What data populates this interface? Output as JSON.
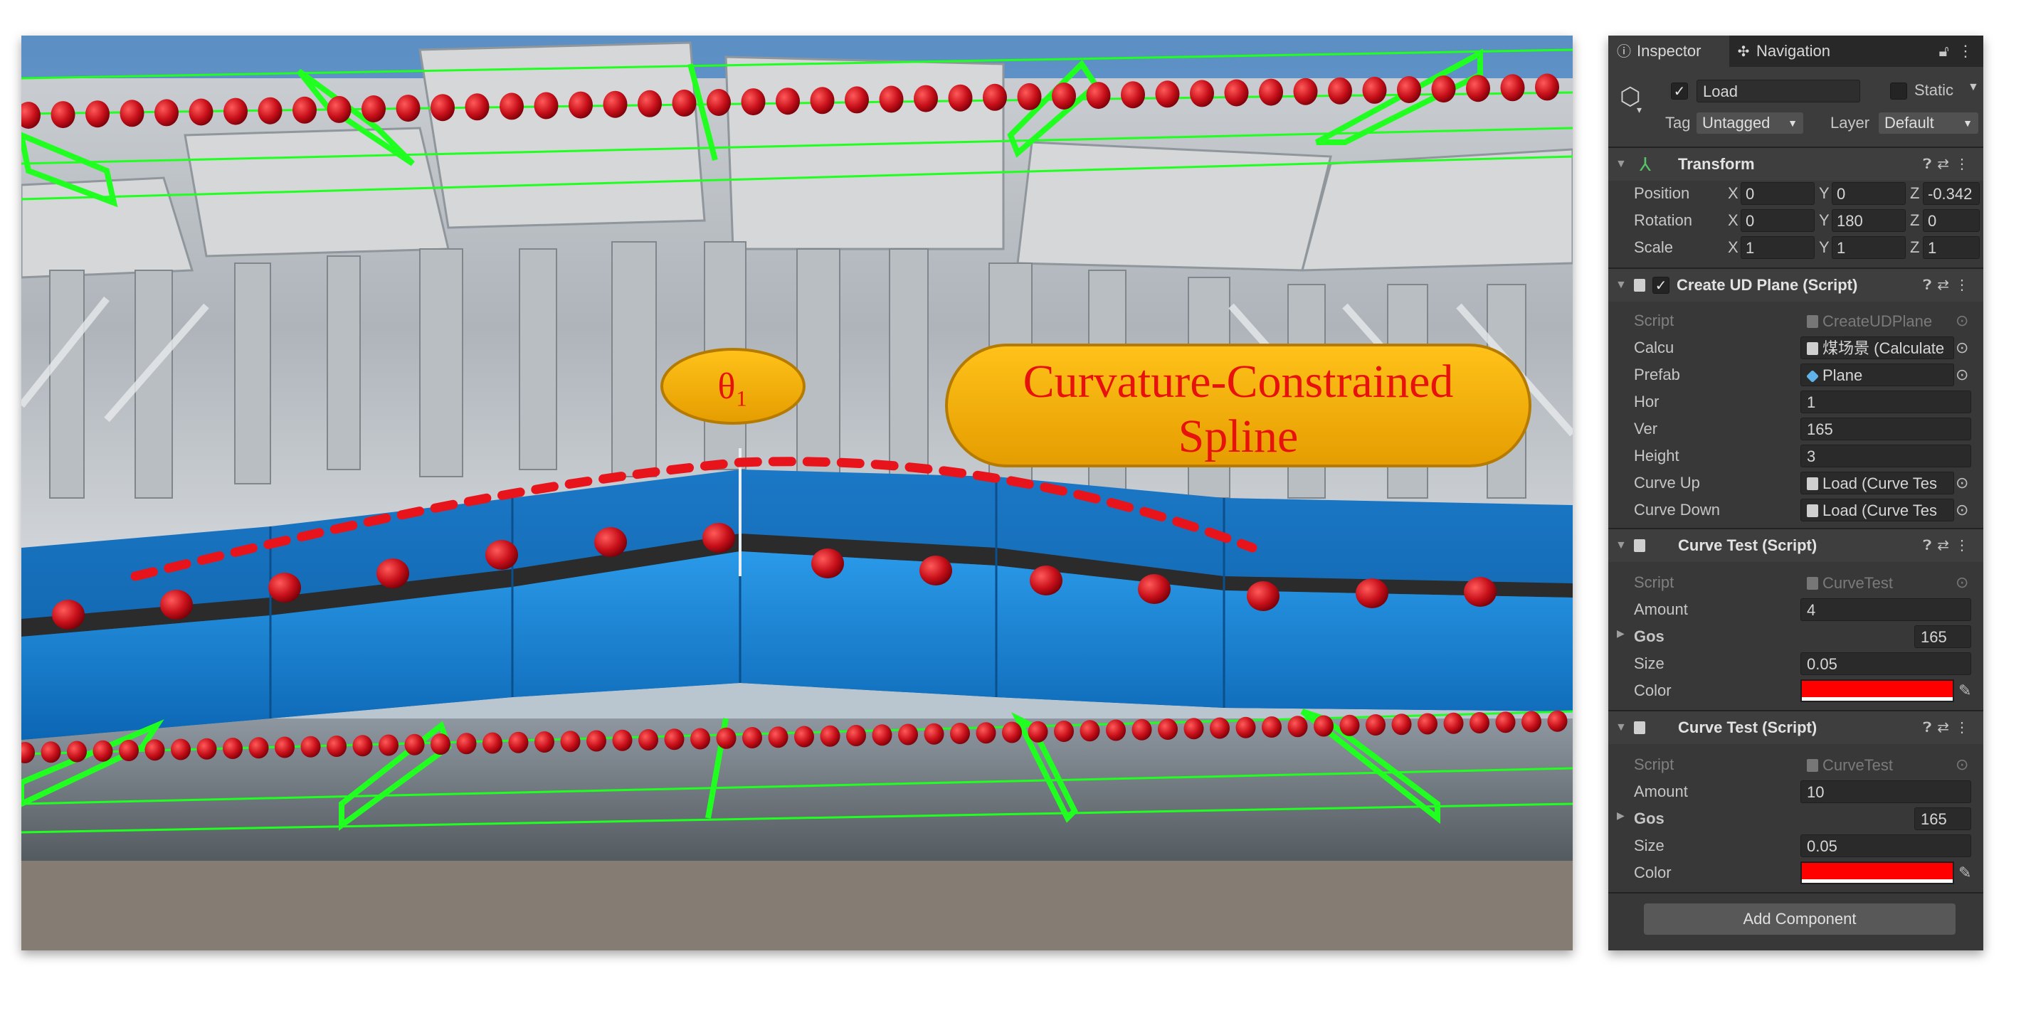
{
  "scene": {
    "theta_label": "θ₁",
    "spline_label_line1": "Curvature-Constrained",
    "spline_label_line2": "Spline"
  },
  "inspector": {
    "tabs": [
      {
        "label": "Inspector",
        "icon": "info-icon"
      },
      {
        "label": "Navigation",
        "icon": "navigation-icon"
      }
    ],
    "lock_icon": "lock-icon",
    "object": {
      "name": "Load",
      "static_label": "Static",
      "tag_label": "Tag",
      "tag_value": "Untagged",
      "layer_label": "Layer",
      "layer_value": "Default"
    },
    "transform": {
      "title": "Transform",
      "rows": [
        {
          "label": "Position",
          "x": "0",
          "y": "0",
          "z": "-0.342"
        },
        {
          "label": "Rotation",
          "x": "0",
          "y": "180",
          "z": "0"
        },
        {
          "label": "Scale",
          "x": "1",
          "y": "1",
          "z": "1"
        }
      ]
    },
    "create_ud_plane": {
      "title": "Create UD Plane (Script)",
      "script_label": "Script",
      "script_value": "CreateUDPlane",
      "calcu_label": "Calcu",
      "calcu_value": "煤场景 (Calculate",
      "prefab_label": "Prefab",
      "prefab_value": "Plane",
      "hor_label": "Hor",
      "hor_value": "1",
      "ver_label": "Ver",
      "ver_value": "165",
      "height_label": "Height",
      "height_value": "3",
      "curve_up_label": "Curve Up",
      "curve_up_value": "Load (Curve Tes",
      "curve_down_label": "Curve Down",
      "curve_down_value": "Load (Curve Tes"
    },
    "curve_test_1": {
      "title": "Curve Test (Script)",
      "script_label": "Script",
      "script_value": "CurveTest",
      "amount_label": "Amount",
      "amount_value": "4",
      "gos_label": "Gos",
      "gos_value": "165",
      "size_label": "Size",
      "size_value": "0.05",
      "color_label": "Color",
      "color_hex": "#ff0000"
    },
    "curve_test_2": {
      "title": "Curve Test (Script)",
      "script_label": "Script",
      "script_value": "CurveTest",
      "amount_label": "Amount",
      "amount_value": "10",
      "gos_label": "Gos",
      "gos_value": "165",
      "size_label": "Size",
      "size_value": "0.05",
      "color_label": "Color",
      "color_hex": "#ff0000"
    },
    "add_component_label": "Add Component"
  },
  "colors": {
    "spline_red": "#d0101a",
    "guide_green": "#20ff20",
    "bubble_fill": "#f3b000",
    "bubble_text": "#e8120c",
    "road_blue": "#1a7fd4",
    "inspector_bg": "#383838"
  }
}
